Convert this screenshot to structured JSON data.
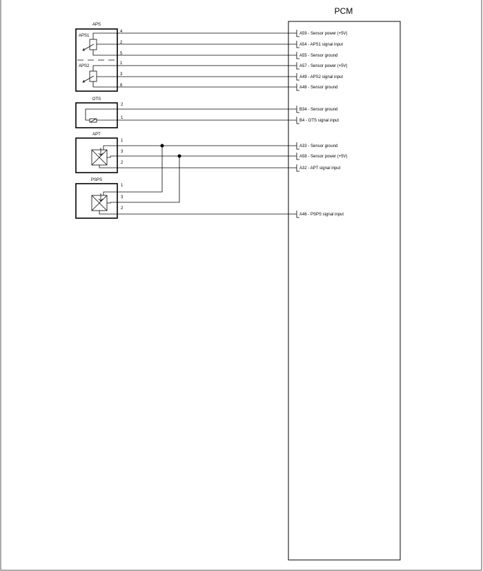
{
  "pcm": {
    "title": "PCM"
  },
  "components": {
    "aps": {
      "label": "APS",
      "sub1": "APS1",
      "sub2": "APS2",
      "pins": [
        "4",
        "2",
        "5",
        "1",
        "3",
        "6"
      ]
    },
    "ots": {
      "label": "OTS",
      "pins": [
        "2",
        "1"
      ]
    },
    "apt": {
      "label": "APT",
      "pins": [
        "1",
        "3",
        "2"
      ]
    },
    "psps": {
      "label": "PSPS",
      "pins": [
        "1",
        "3",
        "2"
      ]
    }
  },
  "pcm_pins": [
    "A59 - Sensor power (+5V)",
    "A54 - APS1 signal input",
    "A55 - Sensor ground",
    "A57 - Sensor power (+5V)",
    "A49 - APS2 signal input",
    "A48 - Sensor ground",
    "B34 - Sensor ground",
    "B4 - OTS signal input",
    "A33 - Sensor ground",
    "A58 - Sensor power (+5V)",
    "A32 - APT signal input",
    "A46 - PSPS signal input"
  ]
}
